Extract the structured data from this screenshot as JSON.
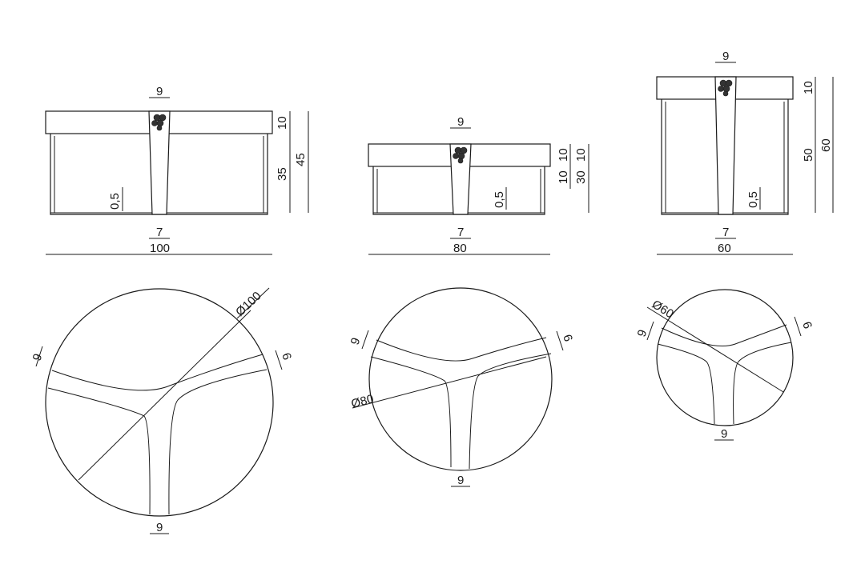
{
  "drawing": {
    "line_color": "#1a1a1a",
    "background": "#ffffff",
    "tables": [
      {
        "id": "large",
        "strap_width": "9",
        "lid_height": "10",
        "body_height": "35",
        "total_height": "45",
        "glass_gap": "0,5",
        "bottom_strap": "7",
        "width": "100",
        "diameter": "Ø100",
        "top_strap_left": "9",
        "top_strap_right": "6",
        "top_strap_bottom": "9"
      },
      {
        "id": "medium",
        "strap_width": "9",
        "lid_height": "10",
        "body_height": "10",
        "total_height": "30",
        "lid_height_alt": "10",
        "glass_gap": "0,5",
        "bottom_strap": "7",
        "width": "80",
        "diameter": "Ø80",
        "top_strap_left": "9",
        "top_strap_right": "6",
        "top_strap_bottom": "9"
      },
      {
        "id": "small",
        "strap_width": "9",
        "lid_height": "10",
        "body_height": "50",
        "total_height": "60",
        "glass_gap": "0,5",
        "bottom_strap": "7",
        "width": "60",
        "diameter": "Ø60",
        "top_strap_left": "9",
        "top_strap_right": "6",
        "top_strap_bottom": "9"
      }
    ]
  }
}
